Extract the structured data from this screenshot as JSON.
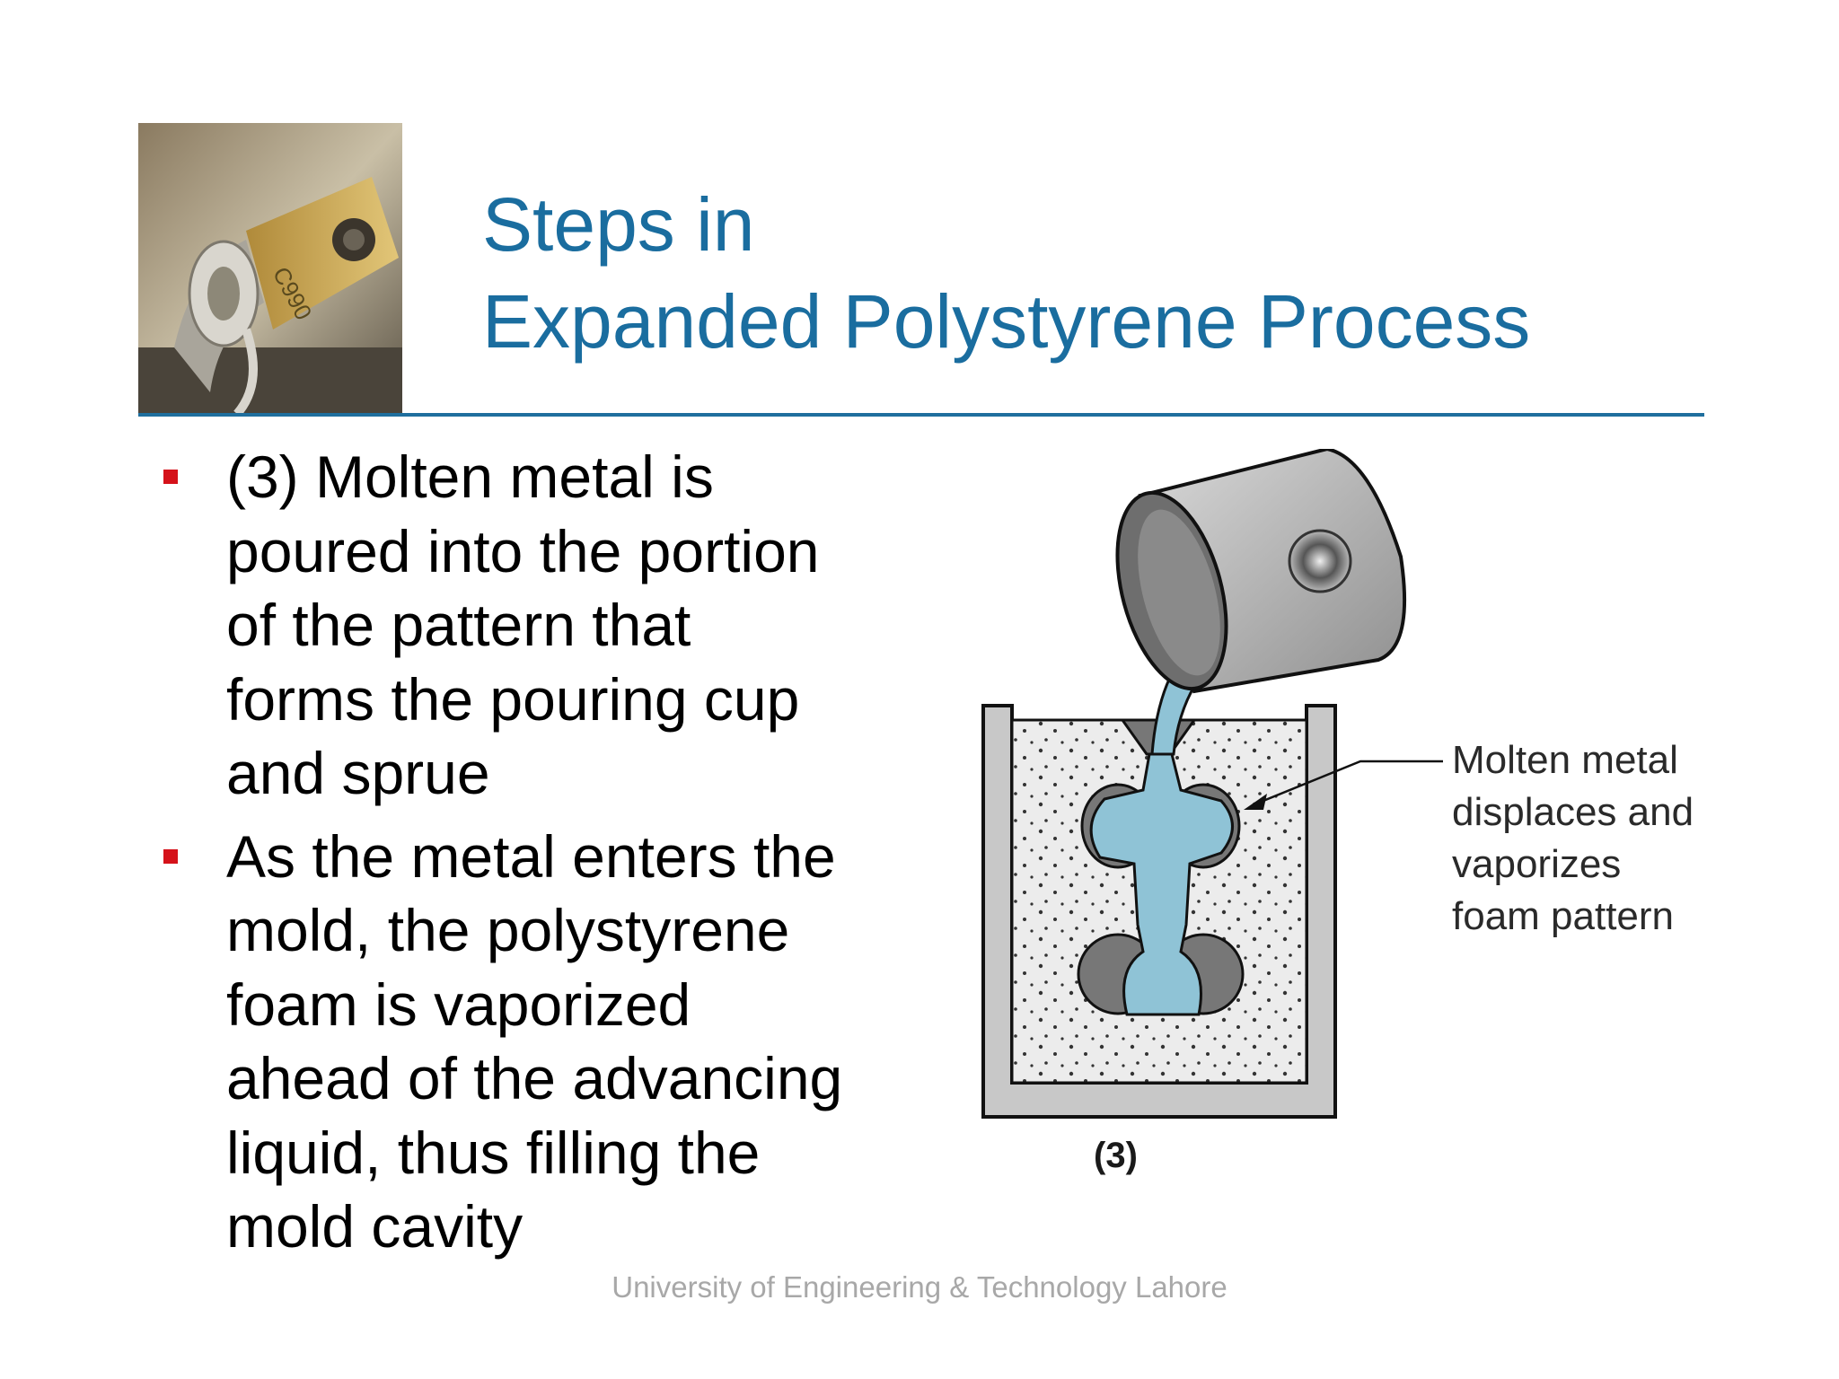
{
  "slide": {
    "title_lines": [
      "Steps in",
      "Expanded Polystyrene Process"
    ],
    "bullets": [
      {
        "lines": [
          "(3) Molten metal is",
          "poured into the portion",
          "of the pattern that",
          "forms the pouring cup",
          "and sprue"
        ]
      },
      {
        "lines": [
          "As the metal enters the",
          "mold, the polystyrene",
          "foam is vaporized",
          "ahead of the advancing",
          "liquid, thus filling the",
          "mold cavity"
        ]
      }
    ],
    "footer": "University of Engineering & Technology Lahore"
  },
  "figure": {
    "label": "(3)",
    "annotation_lines": [
      "Molten metal",
      "displaces and",
      "vaporizes",
      "foam pattern"
    ]
  },
  "colors": {
    "title": "#1a6d9f",
    "rule": "#1f6f9e",
    "bullet_marker": "#d5121a",
    "molten_metal": "#8fc3d6",
    "foam_pattern": "#777777",
    "mold_wall": "#c8c8c8",
    "sand": "#ececec"
  },
  "icons": {
    "header_photo": "cutting-tool-insert-photo",
    "bullet": "square-bullet-icon"
  }
}
